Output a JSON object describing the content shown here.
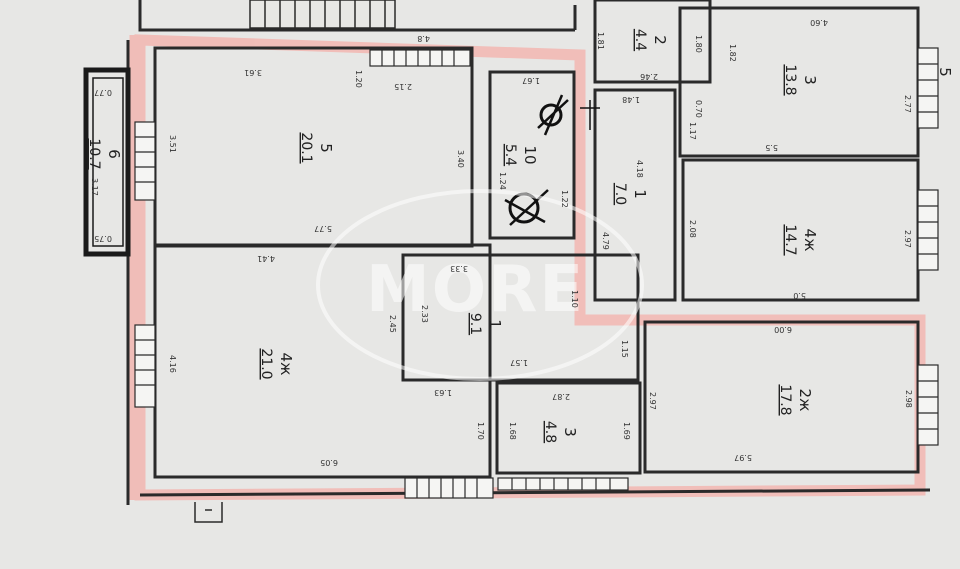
{
  "watermark": "MORE",
  "rooms": [
    {
      "id": "r5",
      "num": "5",
      "area": "20.1"
    },
    {
      "id": "r6",
      "num": "6",
      "area": "10.7"
    },
    {
      "id": "r4zh_left",
      "num": "4ж",
      "area": "21.0"
    },
    {
      "id": "r1_center",
      "num": "1",
      "area": "9.1"
    },
    {
      "id": "r3_bottom",
      "num": "3",
      "area": "4.8"
    },
    {
      "id": "r2zh",
      "num": "2ж",
      "area": "17.8"
    },
    {
      "id": "r10",
      "num": "10",
      "area": "5.4"
    },
    {
      "id": "r1_corr",
      "num": "1",
      "area": "7.0"
    },
    {
      "id": "r4zh_right",
      "num": "4ж",
      "area": "14.7"
    },
    {
      "id": "r3_top",
      "num": "3",
      "area": "13.8"
    },
    {
      "id": "r2_top",
      "num": "2",
      "area": "4.4"
    },
    {
      "id": "r5_edge",
      "num": "5",
      "area": ""
    }
  ],
  "dimensions": {
    "d_3_61": "3.61",
    "d_2_15": "2.15",
    "d_3_51": "3.51",
    "d_3_40": "3.40",
    "d_5_77": "5.77",
    "d_4_41": "4.41",
    "d_4_16": "4.16",
    "d_6_05": "6.05",
    "d_1_63": "1.63",
    "d_1_70": "1.70",
    "d_2_45": "2.45",
    "d_2_33": "2.33",
    "d_3_33": "3.33",
    "d_1_57": "1.57",
    "d_1_15": "1.15",
    "d_2_87": "2.87",
    "d_1_69": "1.69",
    "d_1_68": "1.68",
    "d_2_97": "2.97",
    "d_5_97": "5.97",
    "d_6_00": "6.00",
    "d_2_98": "2.98",
    "d_1_67": "1.67",
    "d_1_24": "1.24",
    "d_1_22": "1.22",
    "d_4_18": "4.18",
    "d_4_79": "4.79",
    "d_1_48": "1.48",
    "d_2_08": "2.08",
    "d_2_97b": "2.97",
    "d_5_0": "5.0",
    "d_1_17": "1.17",
    "d_5_5": "5.5",
    "d_2_77": "2.77",
    "d_1_82": "1.82",
    "d_1_80": "1.80",
    "d_2_46": "2.46",
    "d_1_81": "1.81",
    "d_4_8": "4.8",
    "d_4_60": "4.60",
    "d_0_77": "0.77",
    "d_0_75": "0.75",
    "d_3_17": "3.17",
    "d_0_70": "0.70",
    "d_1_10": "1.10",
    "d_1_20": "1.20"
  },
  "colors": {
    "highlight": "#f2b9b4",
    "wall": "#2a2a2a",
    "paper": "#e7e7e5"
  }
}
